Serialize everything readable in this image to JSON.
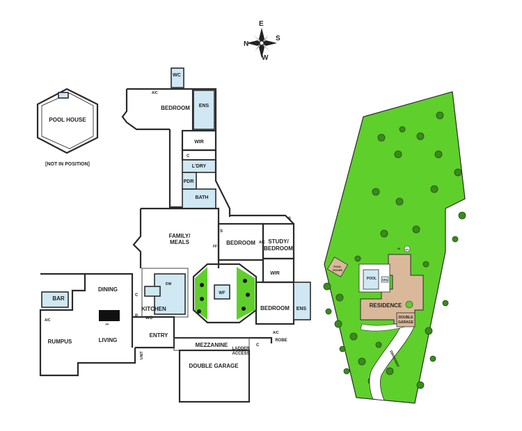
{
  "compass": {
    "n": "N",
    "e": "E",
    "s": "S",
    "w": "W"
  },
  "pool_house": {
    "label": "POOL HOUSE",
    "note": "[NOT IN POSITION]"
  },
  "rooms": {
    "wc": "WC",
    "ac1": "A/C",
    "bedroom1": "BEDROOM",
    "ens1": "ENS",
    "wir1": "WIR",
    "c1": "C",
    "ldry": "L'DRY",
    "pdr": "PDR",
    "bath": "BATH",
    "family_line1": "FAMILY/",
    "family_line2": "MEALS",
    "s1": "S",
    "s2": "S",
    "ff": "FF",
    "bedroom2": "BEDROOM",
    "ac2": "A/C",
    "study_line1": "STUDY/",
    "study_line2": "BEDROOM",
    "wir2": "WIR",
    "bar": "BAR",
    "dining": "DINING",
    "dw": "DW",
    "kitchen": "KITCHEN",
    "c2": "C",
    "p": "P",
    "wo": "WO",
    "wf": "WF",
    "bedroom3": "BEDROOM",
    "ens2": "ENS",
    "ac3": "A/C",
    "robe": "ROBE",
    "c3": "C",
    "rumpus": "RUMPUS",
    "living": "LIVING",
    "fp": "FP",
    "entry": "ENTRY",
    "mezzanine": "MEZZANINE",
    "ladder_line1": "LADDER",
    "ladder_line2": "ACCESS",
    "unit": "UNIT",
    "garage": "DOUBLE GARAGE",
    "ac4": "A/C"
  },
  "site": {
    "residence": "RESIDENCE",
    "pool": "POOL",
    "spa": "SPA",
    "pool_house_line1": "POOL",
    "pool_house_line2": "HOUSE",
    "garage_line1": "DOUBLE",
    "garage_line2": "GARAGE",
    "driveway": "DRIVEWAY",
    "wt": "WT",
    "m": "M"
  },
  "colors": {
    "lawn": "#5fcf2b",
    "residence": "#d9b99a",
    "wet_area": "#cfe8f3",
    "wall": "#2a2a2a"
  }
}
